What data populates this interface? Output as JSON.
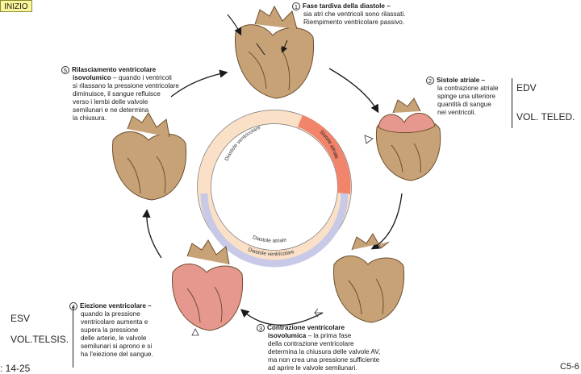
{
  "start_label": "INIZIO",
  "steps": [
    {
      "num": "1",
      "title": "Fase tardiva della diastole –",
      "body": [
        "sia atri che ventricoli sono rilassati.",
        "Riempimento ventricolare passivo."
      ]
    },
    {
      "num": "2",
      "title": "Sistole atriale –",
      "body": [
        "la contrazione atriale",
        "spinge una ulteriore",
        "quantità di sangue",
        "nei ventricoli."
      ]
    },
    {
      "num": "3",
      "title": "Contrazione ventricolare",
      "title2": "isovolumica",
      "title2_rest": " – la prima fase",
      "body": [
        "della contrazione ventricolare",
        "determina la chiusura delle valvole AV,",
        "ma non crea una pressione sufficiente",
        "ad aprire le valvole semilunari."
      ]
    },
    {
      "num": "4",
      "title": "Eiezione ventricolare –",
      "body": [
        "quando la pressione",
        "ventricolare aumenta e",
        "supera la pressione",
        "delle arterie, le valvole",
        "semilunari si aprono e si",
        "ha l'eiezione del sangue."
      ]
    },
    {
      "num": "5",
      "title": "Rilasciamento ventricolare",
      "title2": "isovolumico",
      "title2_rest": " – quando i ventricoli",
      "body": [
        "si rilassano la pressione ventricolare",
        "diminuisce, il sangue refluisce",
        "verso i lembi delle valvole",
        "semilunari e ne determina",
        "la chiusura."
      ]
    }
  ],
  "ring_labels": {
    "diastole_ventricolare_top": "Diastole ventricolare",
    "sistole_atriale": "Sistole atriale",
    "diastole_atriale": "Diastole atriale",
    "diastole_ventricolare_bottom": "Diastole ventricolare"
  },
  "side_notes": {
    "edv": "EDV",
    "vol_teled": "VOL. TELED.",
    "esv": "ESV",
    "vol_telsis": "VOL.TELSIS."
  },
  "figure_ref": ": 14-25",
  "page_code": "C5-6",
  "colors": {
    "ring_peach": "#fbe0c8",
    "ring_salmon": "#f2846b",
    "ring_lavender": "#c8c9e6",
    "heart_tan": "#c7a277",
    "heart_dark": "#6e4f2e",
    "heart_pink": "#e7988e",
    "start_box": "#fcf79a"
  }
}
